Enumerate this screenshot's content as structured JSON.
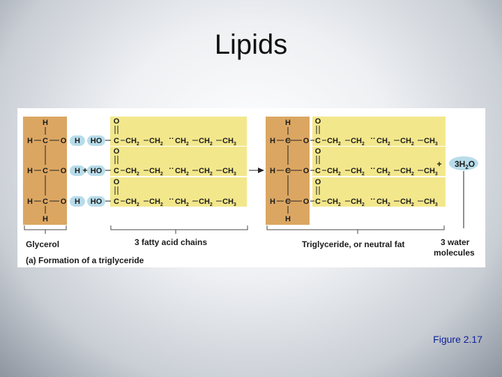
{
  "slide": {
    "title": "Lipids",
    "figure_label": "Figure 2.17"
  },
  "diagram": {
    "caption": "(a) Formation of a triglyceride",
    "glycerol_label": "Glycerol",
    "fatty_acids_label": "3 fatty acid chains",
    "triglyceride_label": "Triglyceride, or neutral fat",
    "water_label_line1": "3 water",
    "water_label_line2": "molecules",
    "water_coefficient": "3H",
    "water_subscript": "2",
    "water_oxygen": "O",
    "plus_sign": "+",
    "arrow": "→",
    "atoms": {
      "H": "H",
      "C": "C",
      "O": "O",
      "HO": "HO",
      "CH": "CH",
      "sub2": "2",
      "sub3": "3",
      "dots": "··"
    },
    "colors": {
      "glycerol_fill": "#dba662",
      "fatty_acid_fill": "#f3e78c",
      "hydroxyl_fill": "#b8dcea",
      "bracket_stroke": "#444444"
    }
  }
}
